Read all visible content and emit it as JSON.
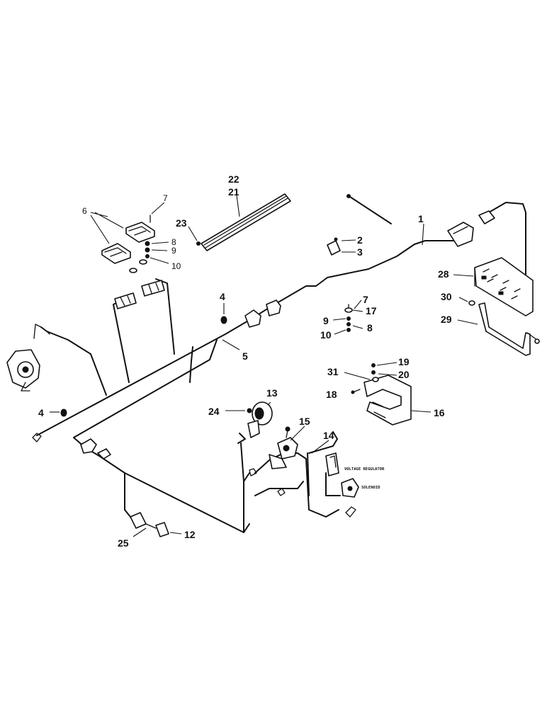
{
  "callouts": {
    "c1": "1",
    "c2": "2",
    "c3": "3",
    "c4a": "4",
    "c4b": "4",
    "c5": "5",
    "c6": "6",
    "c7a": "7",
    "c8a": "8",
    "c9a": "9",
    "c10a": "10",
    "c7b": "7",
    "c17": "17",
    "c9b": "9",
    "c8b": "8",
    "c10b": "10",
    "c12": "12",
    "c13": "13",
    "c14": "14",
    "c15": "15",
    "c16": "16",
    "c18": "18",
    "c19": "19",
    "c20": "20",
    "c21": "21",
    "c22": "22",
    "c23": "23",
    "c24": "24",
    "c25": "25",
    "c28": "28",
    "c29": "29",
    "c30": "30",
    "c31": "31"
  },
  "labels": {
    "voltage_regulator": "VOLTAGE REGULATOR",
    "solenoid": "SOLENOID"
  }
}
